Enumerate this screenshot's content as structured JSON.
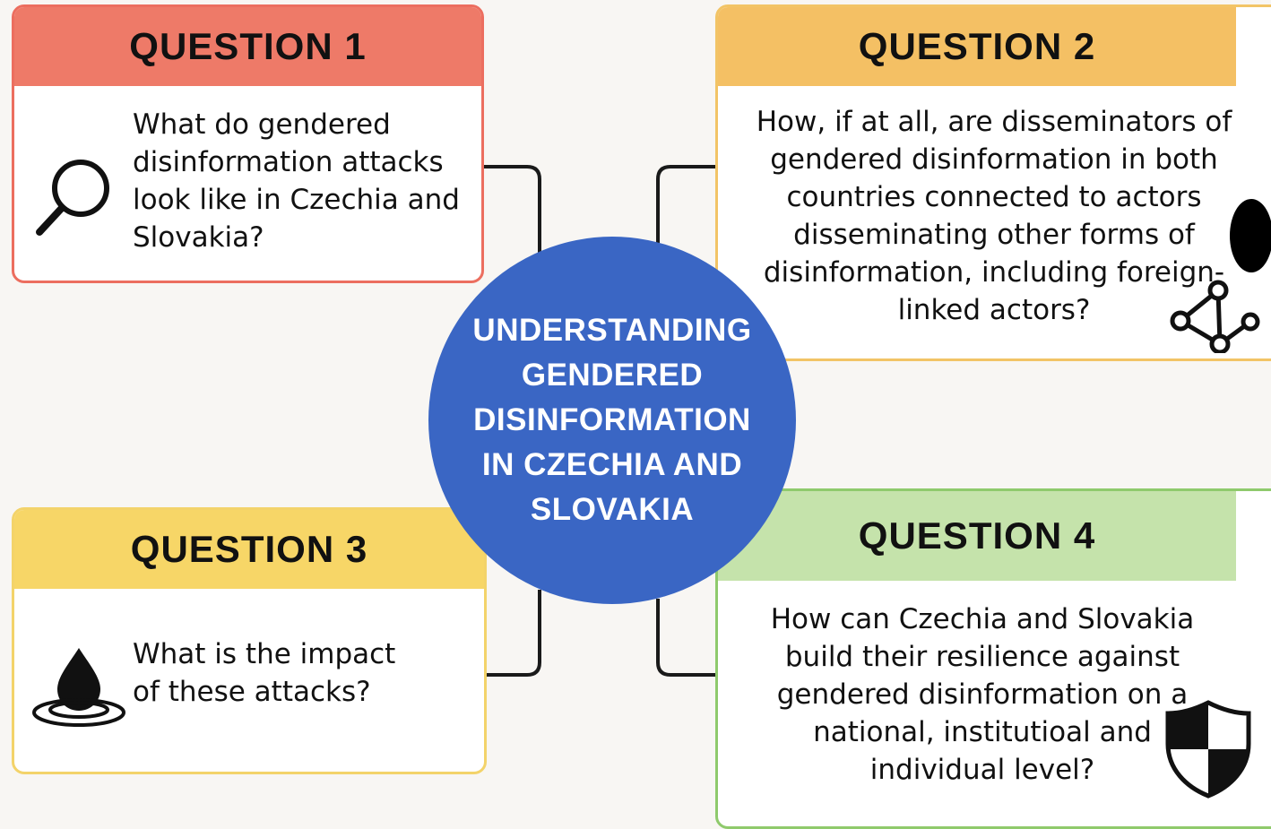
{
  "center": {
    "title": "UNDERSTANDING\nGENDERED\nDISINFORMATION\nIN CZECHIA AND\nSLOVAKIA"
  },
  "questions": [
    {
      "heading": "QUESTION 1",
      "text": "What do gendered disinformation attacks look like in Czechia and Slovakia?",
      "icon": "magnifying-glass-icon",
      "color": "#ee7a68"
    },
    {
      "heading": "QUESTION 2",
      "text": "How, if at all, are disseminators of gendered disinformation in both countries connected to actors disseminating other forms of disinformation, including foreign-linked actors?",
      "icon": "network-icon",
      "color": "#f4c064"
    },
    {
      "heading": "QUESTION 3",
      "text": "What is the impact of these attacks?",
      "icon": "water-drop-ripple-icon",
      "color": "#f7d667"
    },
    {
      "heading": "QUESTION 4",
      "text": "How can Czechia and Slovakia build their resilience against gendered disinformation on a national, institutioal and individual level?",
      "icon": "shield-icon",
      "color": "#c5e3ab"
    }
  ]
}
